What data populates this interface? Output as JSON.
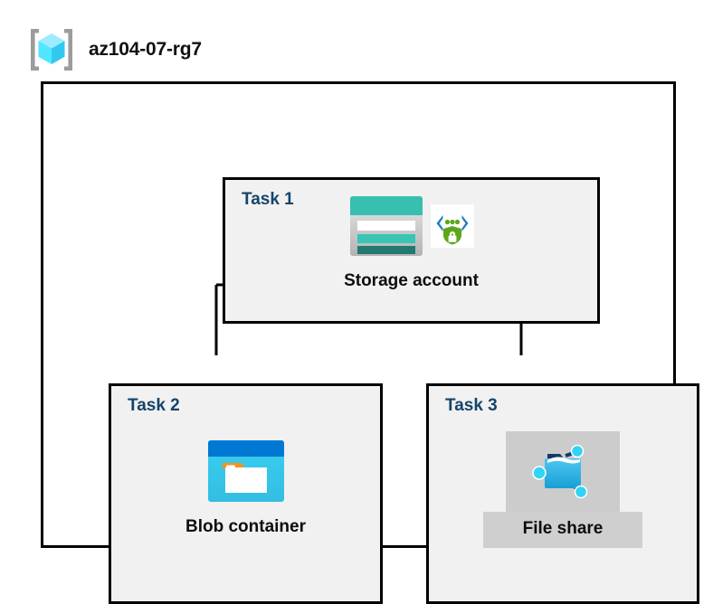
{
  "header": {
    "icon": "resource-group-cube-icon",
    "title": "az104-07-rg7"
  },
  "diagram": {
    "type": "azure-architecture-diagram",
    "container_label": "resource-group-boundary",
    "colors": {
      "task_label": "#14456b",
      "panel_background": "#f1f1f1",
      "panel_border": "#000000",
      "container_border": "#000000",
      "caption_text": "#0d0d0d",
      "highlight_background": "#cccccc",
      "storage_teal": "#37bfb0",
      "storage_teal_dark": "#22796f",
      "blob_blue": "#0078d4",
      "blob_cyan": "#32c8ee",
      "blob_orange": "#f7921e",
      "fileshare_blue": "#36b5e8",
      "shield_green": "#5aa81a",
      "bracket_gray": "#9c9c9c",
      "cube_cyan": "#50e6ff"
    },
    "tasks": [
      {
        "label": "Task 1",
        "node": {
          "caption": "Storage account",
          "icons": [
            "storage-account-icon",
            "secure-transfer-shield-icon"
          ],
          "highlighted": false
        }
      },
      {
        "label": "Task 2",
        "node": {
          "caption": "Blob container",
          "icons": [
            "blob-container-icon"
          ],
          "highlighted": false
        }
      },
      {
        "label": "Task 3",
        "node": {
          "caption": "File share",
          "icons": [
            "file-share-icon"
          ],
          "highlighted": true
        }
      }
    ],
    "connections": [
      {
        "from": "Task 1",
        "to": "Task 2"
      },
      {
        "from": "Task 1",
        "to": "Task 3"
      }
    ]
  }
}
